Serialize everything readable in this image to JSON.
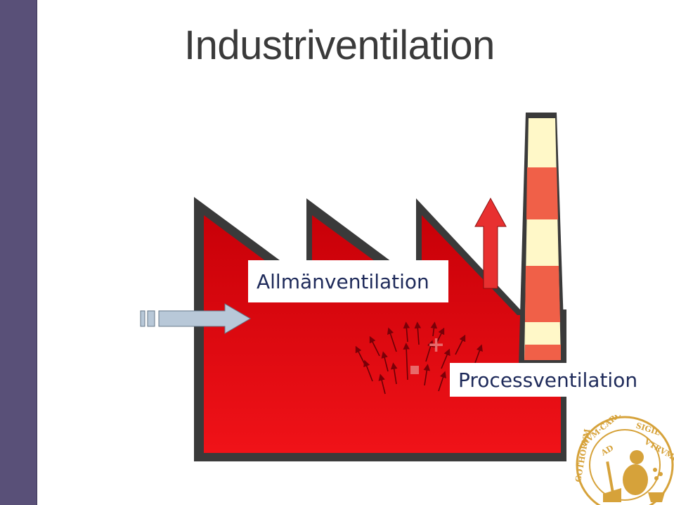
{
  "slide": {
    "title": "Industriventilation"
  },
  "labels": {
    "general_ventilation": "Allmänventilation",
    "process_ventilation": "Processventilation"
  },
  "symbols": {
    "plus": "+",
    "minus": "-"
  },
  "logo": {
    "name": "lund-university-seal-icon",
    "text": "SIGILLVM UNIVERSITATIS CAROLINAE GOTHORVM AD VTRVMQVE"
  },
  "colors": {
    "side_bar": "#595078",
    "building_red": "#e8141a",
    "building_dark": "#3a3a3a",
    "chimney_light": "#fff8c8",
    "chimney_stripe": "#f06048",
    "inlet_arrow": "#b8c8d8",
    "exhaust_arrow": "#e83030",
    "logo_gold": "#d6a23a"
  }
}
